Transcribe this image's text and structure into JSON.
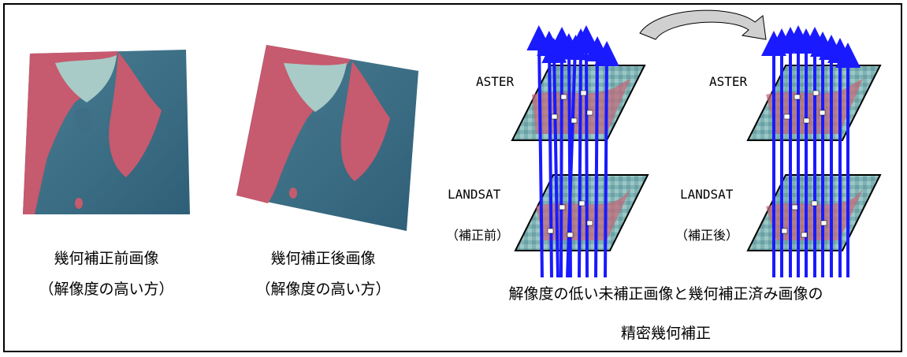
{
  "images": {
    "before": {
      "caption1": "幾何補正前画像",
      "caption2": "（解像度の高い方）"
    },
    "after": {
      "caption1": "幾何補正後画像",
      "caption2": "（解像度の高い方）"
    }
  },
  "diagram": {
    "left_upper_label": "ASTER",
    "left_lower_label1": "LANDSAT",
    "left_lower_label2": "（補正前）",
    "right_upper_label": "ASTER",
    "right_lower_label1": "LANDSAT",
    "right_lower_label2": "（補正後）",
    "caption1": "解像度の低い未補正画像と幾何補正済み画像の",
    "caption2": "精密幾何補正"
  },
  "colors": {
    "arrow": "#1a1aff",
    "land": "#c65a6e",
    "sea": "#3e6f86",
    "urban": "#9fc3c3",
    "curved_arrow_fill": "#d0d0d0"
  }
}
